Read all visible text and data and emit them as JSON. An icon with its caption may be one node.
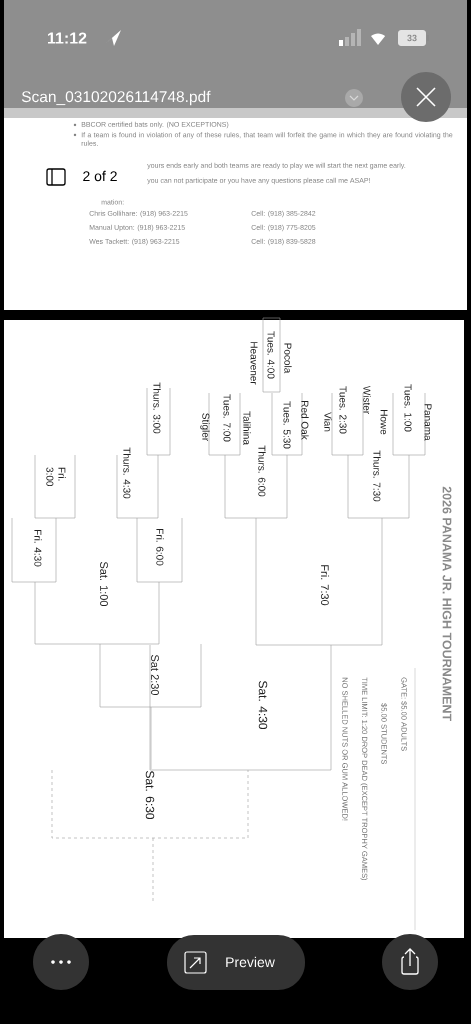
{
  "diagram": {
    "title": "2026 PANAMA JR. HIGH TOURNAMENT",
    "labels": [
      "11:12",
      "33",
      "Scan_03102026114748.pdf",
      "BBCOR certified bats only. (NO EXCEPTIONS)",
      "If a team is found in violation of any of these rules, that team will forfeit the game in which they are found violating the rules.",
      "yours ends early and both teams are ready to play we will start the next game early.",
      "you can not participate or you have any questions please call me ASAP!",
      "mation:",
      "2 of 2",
      "Chris Gollihare: (918) 963-2215",
      "Cell: (918) 385-2842",
      "Manual Upton: (918) 963-2215",
      "Cell: (918) 775-8205",
      "Wes Tackett: (918) 963-2215",
      "Cell: (918) 839-5828",
      "Panama",
      "Tues. 1:00",
      "Howe",
      "Thurs. 7:30",
      "Wister",
      "Tues. 2:30",
      "Vian",
      "Red Oak",
      "Tues. 5:30",
      "Thurs. 6:00",
      "Pocola",
      "Tues. 4:00",
      "Heavener",
      "Talihina",
      "Tues. 7:00",
      "Stigler",
      "Thurs. 3:00",
      "Thurs. 4:30",
      "Fri. 3:00",
      "Fri. 4:30",
      "Fri. 6:00",
      "Sat. 1:00",
      "Fri. 7:30",
      "Sat 2:30",
      "Sat. 4:30",
      "Sat. 6:30",
      "GATE: $5.00 ADULTS",
      "$5.00 STUDENTS",
      "TIME LIMIT: 1:20 DROP DEAD (EXCEPT TROPHY GAMES)",
      "NO SHELLED NUTS OR GUM ALLOWED!",
      "Preview"
    ]
  }
}
